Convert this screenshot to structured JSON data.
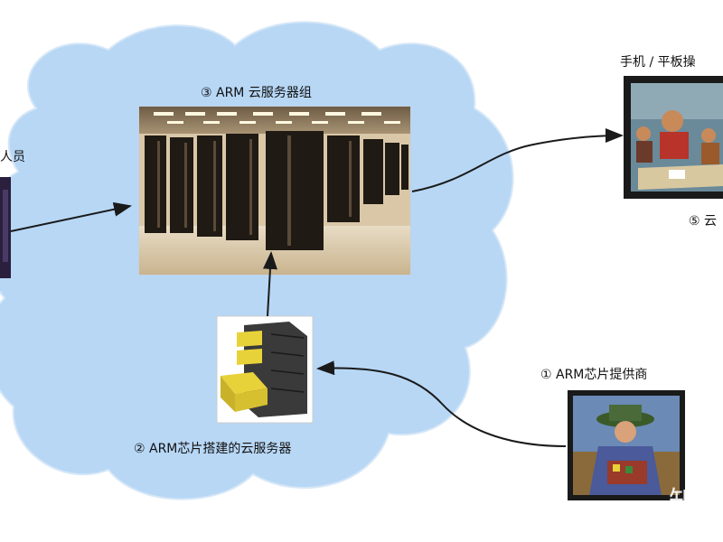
{
  "labels": {
    "server_group": "③ ARM 云服务器组",
    "left_person": "人员",
    "mobile": "手机 / 平板操",
    "cloud_service": "⑤ 云",
    "chip_supplier": "① ARM芯片提供商",
    "chip_cloud_server": "② ARM芯片搭建的云服务器"
  },
  "watermark": "知乎",
  "colors": {
    "cloud_fill": "#b7d7f5",
    "arrow": "#1a1a1a",
    "server_photo_bg": "#d9c7a7",
    "rack": "#201a14"
  }
}
